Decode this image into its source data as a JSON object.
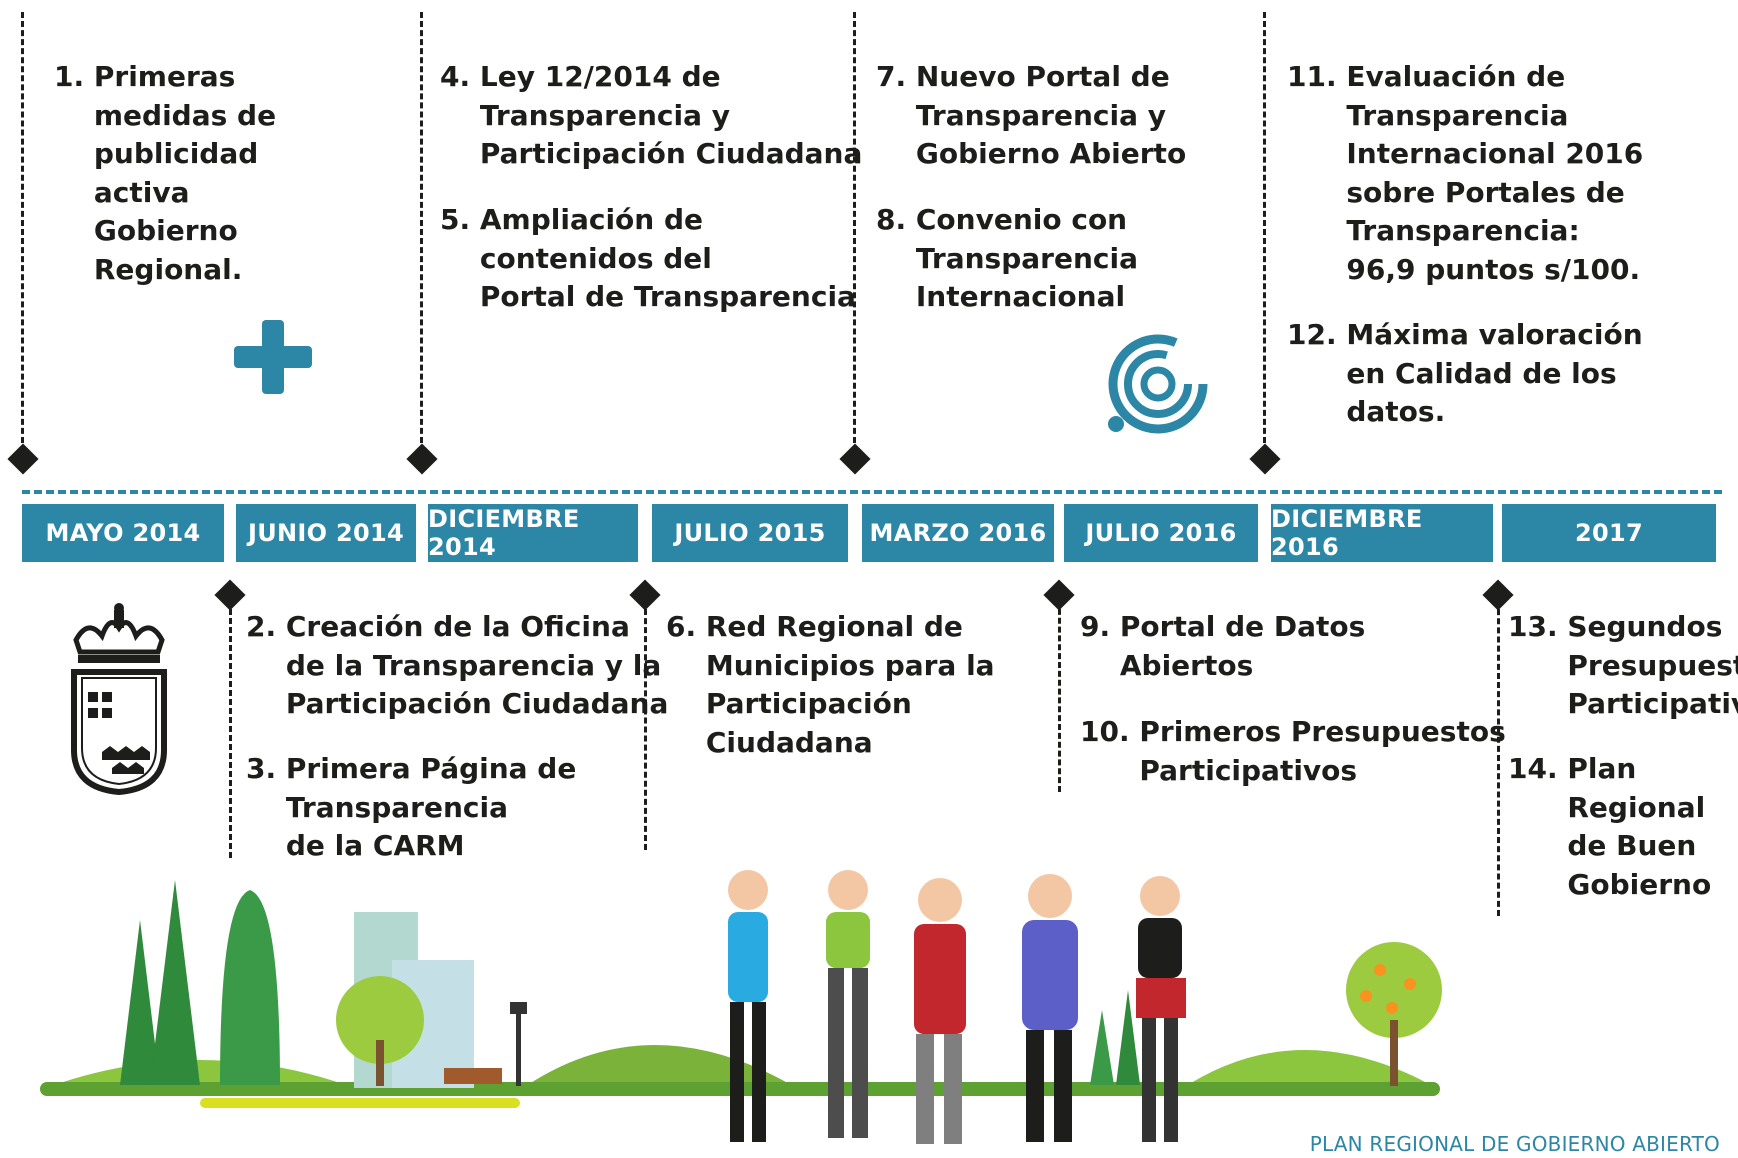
{
  "colors": {
    "accent": "#2c86a6",
    "text": "#1d1d1b",
    "grass": "#8cc63f"
  },
  "dates": [
    "MAYO 2014",
    "JUNIO 2014",
    "DICIEMBRE 2014",
    "JULIO 2015",
    "MARZO 2016",
    "JULIO 2016",
    "DICIEMBRE 2016",
    "2017"
  ],
  "items": {
    "i1": {
      "num": "1.",
      "text": "Primeras\nmedidas de\npublicidad\nactiva\nGobierno\nRegional."
    },
    "i2": {
      "num": "2.",
      "text": "Creación de la Oficina\nde la Transparencia y la\nParticipación Ciudadana"
    },
    "i3": {
      "num": "3.",
      "text": "Primera Página de\nTransparencia\nde la CARM"
    },
    "i4": {
      "num": "4.",
      "text": "Ley 12/2014 de\nTransparencia y\nParticipación Ciudadana"
    },
    "i5": {
      "num": "5.",
      "text": "Ampliación de\ncontenidos del\nPortal de Transparencia"
    },
    "i6": {
      "num": "6.",
      "text": "Red Regional de\nMunicipios para la\nParticipación\nCiudadana"
    },
    "i7": {
      "num": "7.",
      "text": "Nuevo Portal de\nTransparencia y\nGobierno Abierto"
    },
    "i8": {
      "num": "8.",
      "text": "Convenio con\nTransparencia\nInternacional"
    },
    "i9": {
      "num": "9.",
      "text": "Portal de Datos\nAbiertos"
    },
    "i10": {
      "num": "10.",
      "text": "Primeros Presupuestos\nParticipativos"
    },
    "i11": {
      "num": "11.",
      "text": "Evaluación de\nTransparencia\nInternacional 2016\nsobre Portales de\nTransparencia:\n96,9 puntos s/100."
    },
    "i12": {
      "num": "12.",
      "text": "Máxima valoración\nen Calidad de los\ndatos."
    },
    "i13": {
      "num": "13.",
      "text": "Segundos\nPresupuestos\nParticipativos"
    },
    "i14": {
      "num": "14.",
      "text": "Plan\nRegional\nde Buen\nGobierno"
    }
  },
  "icons": {
    "plus": "plus-icon",
    "target": "target-icon",
    "coat_of_arms": "coat-of-arms-icon"
  },
  "footer": "PLAN REGIONAL DE GOBIERNO ABIERTO"
}
